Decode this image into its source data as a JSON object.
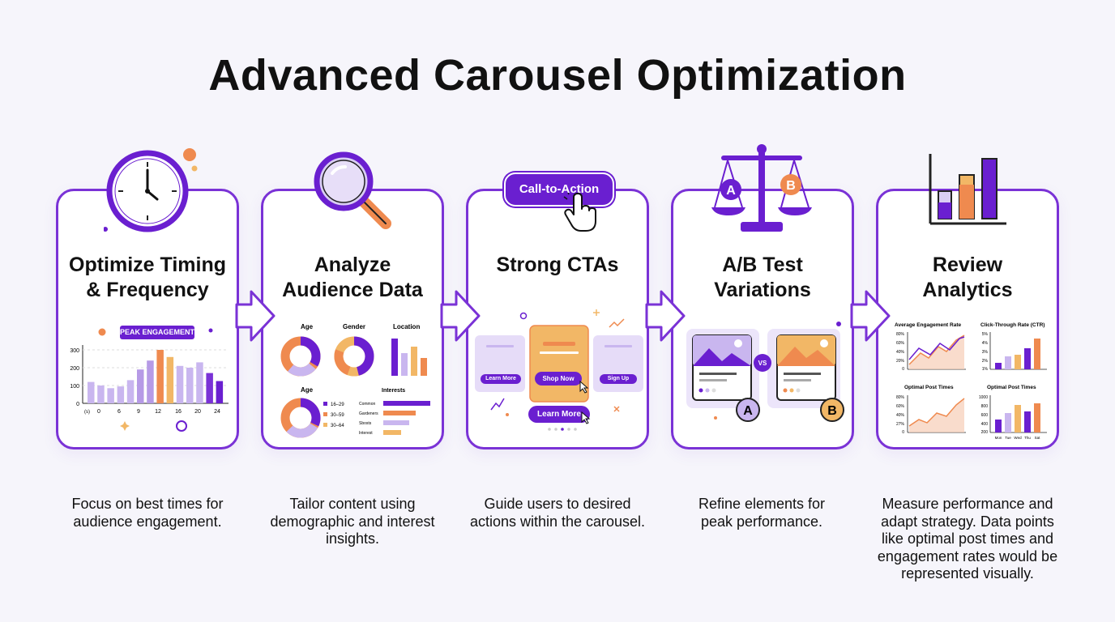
{
  "title": "Advanced Carousel Optimization",
  "cards": [
    {
      "title_1": "Optimize Timing",
      "title_2": "& Frequency",
      "desc": "Focus on best times for audience engagement."
    },
    {
      "title_1": "Analyze",
      "title_2": "Audience Data",
      "desc": "Tailor content using demographic and interest insights."
    },
    {
      "title_1": "Strong CTAs",
      "title_2": "",
      "desc": "Guide users to desired actions within the carousel."
    },
    {
      "title_1": "A/B Test",
      "title_2": "Variations",
      "desc": "Refine elements for peak performance."
    },
    {
      "title_1": "Review",
      "title_2": "Analytics",
      "desc": "Measure performance and adapt strategy. Data points like optimal post times and engagement rates would be represented visually."
    }
  ],
  "timing": {
    "badge": "PEAK ENGAGEMENT",
    "y_ticks": [
      "300",
      "200",
      "100",
      "0"
    ],
    "x_ticks": [
      "(s)",
      "0",
      "6",
      "9",
      "12",
      "16",
      "20",
      "24"
    ],
    "values": [
      120,
      100,
      85,
      95,
      130,
      190,
      240,
      300,
      260,
      210,
      200,
      230,
      170,
      125
    ]
  },
  "audience": {
    "age_label": "Age",
    "gender_label": "Gender",
    "location_label": "Location",
    "age2_label": "Age",
    "interests_label": "Interests",
    "legend": [
      "16–29",
      "30–59",
      "30–64"
    ],
    "interests": [
      "Common",
      "Gardeners",
      "Sbosts",
      "Interest"
    ]
  },
  "cta": {
    "badge": "Call-to-Action",
    "btn_left": "Learn More",
    "btn_center": "Shop Now",
    "btn_right": "Sign Up",
    "btn_bottom": "Learn More"
  },
  "ab": {
    "a": "A",
    "b": "B",
    "vs": "VS"
  },
  "analytics": {
    "c1_title": "Average Engagement Rate",
    "c2_title": "Click-Through Rate (CTR)",
    "c3_title": "Optimal Post Times",
    "c4_title": "Optimal Post Times",
    "c1_ticks": [
      "80%",
      "60%",
      "40%",
      "20%",
      "0"
    ],
    "c2_ticks": [
      "5%",
      "4%",
      "3%",
      "2%",
      "1%"
    ],
    "c3_ticks": [
      "80%",
      "60%",
      "40%",
      "27%",
      "0"
    ],
    "c4_ticks": [
      "1000",
      "800",
      "600",
      "400",
      "200"
    ],
    "c4_days": [
      "Mon",
      "Tue",
      "Wed",
      "Thu",
      "Sat"
    ]
  },
  "colors": {
    "purple": "#6a1fd0",
    "orange": "#ef8a4f",
    "lavender": "#c9b6ef",
    "gold": "#f2b766"
  }
}
